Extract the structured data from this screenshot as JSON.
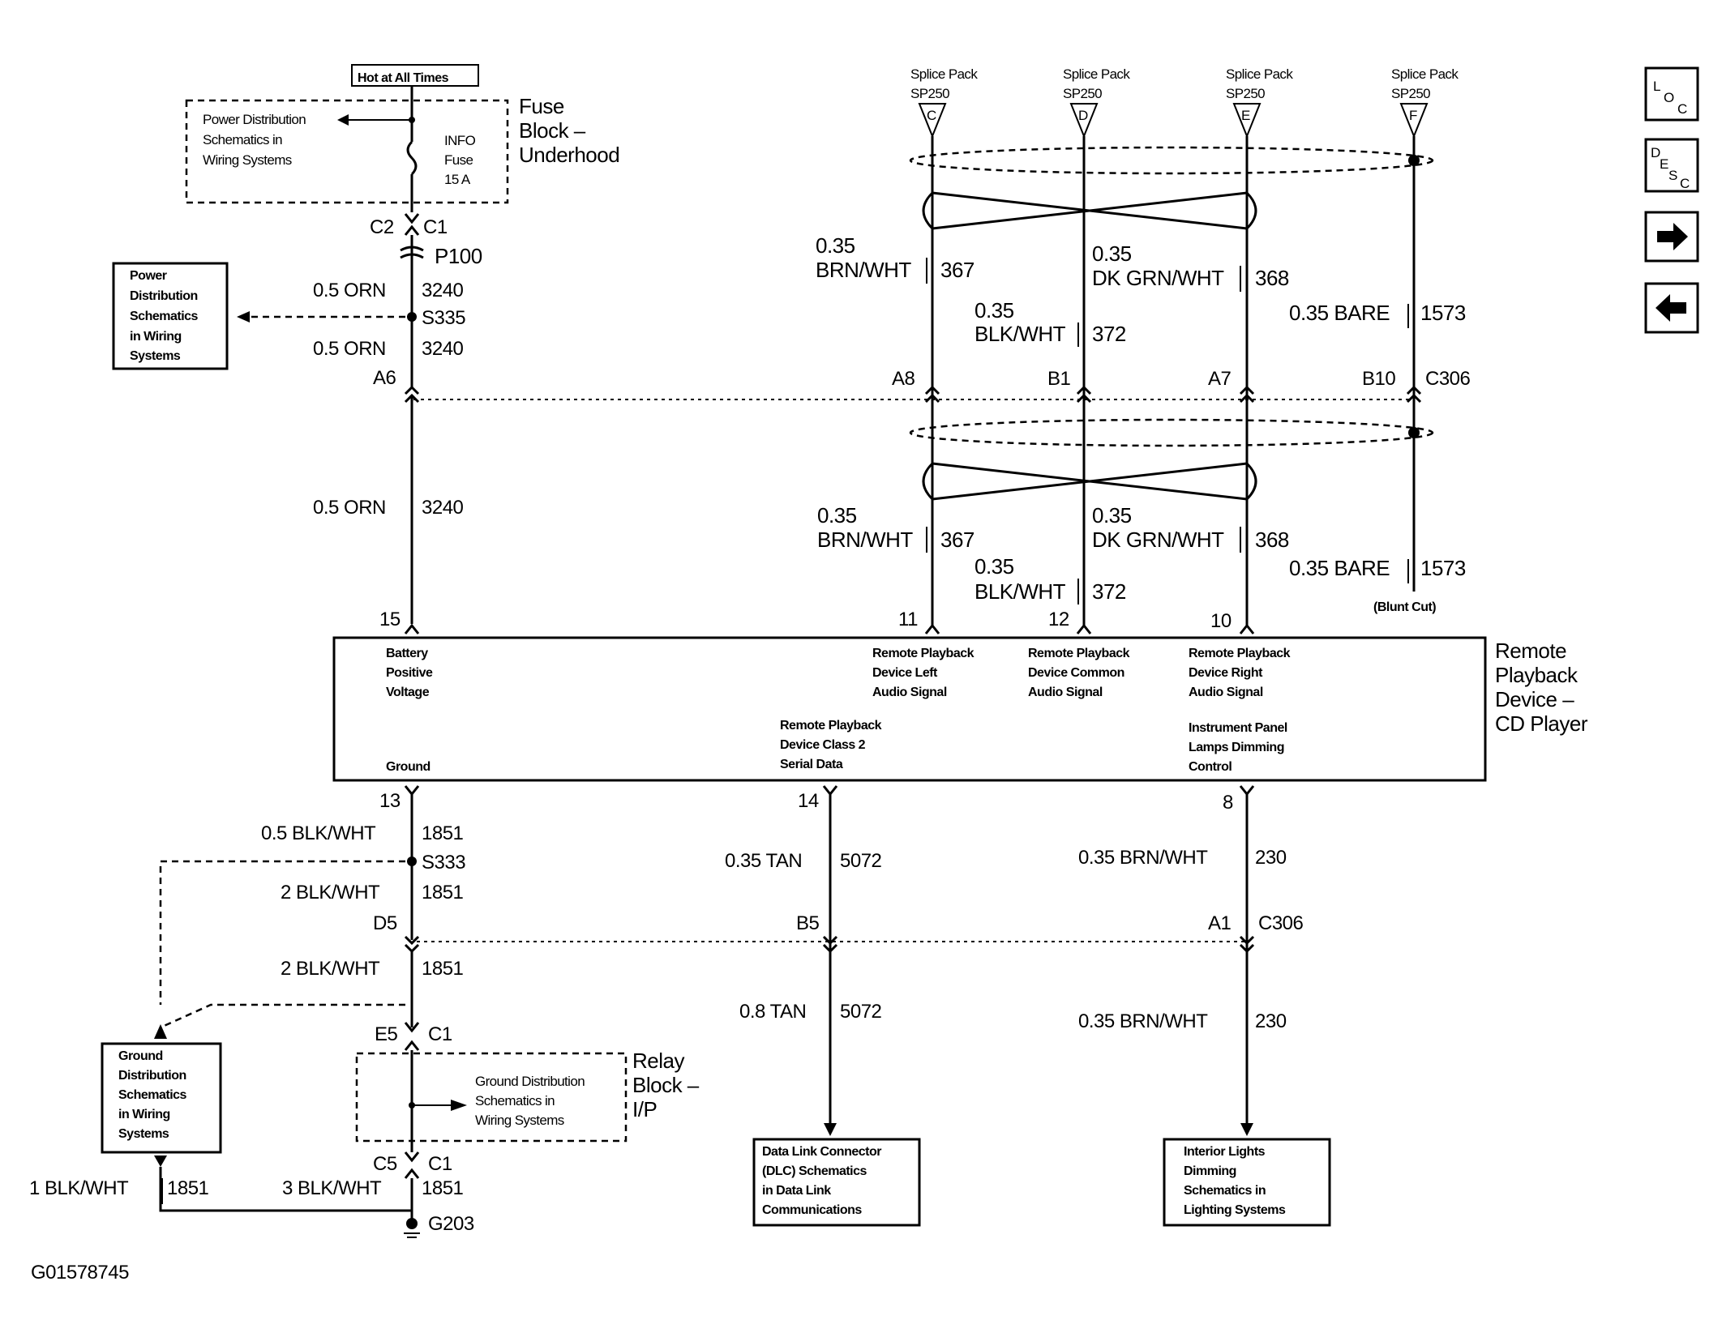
{
  "top_left": {
    "hot_at_all_times": "Hot at All Times",
    "fuse_block_line1": "Fuse",
    "fuse_block_line2": "Block –",
    "fuse_block_line3": "Underhood",
    "pd_ref_line1": "Power Distribution",
    "pd_ref_line2": "Schematics in",
    "pd_ref_line3": "Wiring Systems",
    "fuse_line1": "INFO",
    "fuse_line2": "Fuse",
    "fuse_line3": "15 A",
    "c2": "C2",
    "c1": "C1",
    "p100": "P100",
    "pd_box_line1": "Power",
    "pd_box_line2": "Distribution",
    "pd_box_line3": "Schematics",
    "pd_box_line4": "in Wiring",
    "pd_box_line5": "Systems",
    "w1_gauge": "0.5 ORN",
    "w1_circuit": "3240",
    "s335": "S335",
    "w2_gauge": "0.5 ORN",
    "w2_circuit": "3240",
    "a6": "A6",
    "w3_gauge": "0.5 ORN",
    "w3_circuit": "3240",
    "pin15": "15"
  },
  "splices": [
    {
      "line1": "Splice Pack",
      "line2": "SP250",
      "letter": "C"
    },
    {
      "line1": "Splice Pack",
      "line2": "SP250",
      "letter": "D"
    },
    {
      "line1": "Splice Pack",
      "line2": "SP250",
      "letter": "E"
    },
    {
      "line1": "Splice Pack",
      "line2": "SP250",
      "letter": "F"
    }
  ],
  "upper_wires": {
    "brn_gauge": "0.35",
    "brn_color": "BRN/WHT",
    "brn_circuit": "367",
    "dkgrn_gauge": "0.35",
    "dkgrn_color": "DK GRN/WHT",
    "dkgrn_circuit": "368",
    "blk_gauge": "0.35",
    "blk_color": "BLK/WHT",
    "blk_circuit": "372",
    "bare": "0.35 BARE",
    "bare_circuit": "1573"
  },
  "c306_top": {
    "a8": "A8",
    "b1": "B1",
    "a7": "A7",
    "b10": "B10",
    "label": "C306"
  },
  "lower_wires": {
    "brn_gauge": "0.35",
    "brn_color": "BRN/WHT",
    "brn_circuit": "367",
    "dkgrn_gauge": "0.35",
    "dkgrn_color": "DK GRN/WHT",
    "dkgrn_circuit": "368",
    "blk_gauge": "0.35",
    "blk_color": "BLK/WHT",
    "blk_circuit": "372",
    "bare": "0.35 BARE",
    "bare_circuit": "1573",
    "blunt_cut": "(Blunt Cut)"
  },
  "top_pins": {
    "p11": "11",
    "p12": "12",
    "p10": "10"
  },
  "device": {
    "name_line1": "Remote",
    "name_line2": "Playback",
    "name_line3": "Device –",
    "name_line4": "CD Player",
    "batt1": "Battery",
    "batt2": "Positive",
    "batt3": "Voltage",
    "left1": "Remote Playback",
    "left2": "Device Left",
    "left3": "Audio Signal",
    "common1": "Remote Playback",
    "common2": "Device Common",
    "common3": "Audio Signal",
    "right1": "Remote Playback",
    "right2": "Device Right",
    "right3": "Audio Signal",
    "serial1": "Remote Playback",
    "serial2": "Device Class 2",
    "serial3": "Serial Data",
    "ip1": "Instrument Panel",
    "ip2": "Lamps Dimming",
    "ip3": "Control",
    "ground": "Ground"
  },
  "bottom": {
    "pin13": "13",
    "pin14": "14",
    "pin8": "8",
    "g1_gauge": "0.5 BLK/WHT",
    "g1_circuit": "1851",
    "s333": "S333",
    "g2_gauge": "2 BLK/WHT",
    "g2_circuit": "1851",
    "d5": "D5",
    "b5": "B5",
    "a1": "A1",
    "c306": "C306",
    "g3_gauge": "2 BLK/WHT",
    "g3_circuit": "1851",
    "e5": "E5",
    "c1a": "C1",
    "relay1": "Relay",
    "relay2": "Block –",
    "relay3": "I/P",
    "gd_ref1": "Ground Distribution",
    "gd_ref2": "Schematics in",
    "gd_ref3": "Wiring Systems",
    "c5": "C5",
    "c1b": "C1",
    "g4_gauge": "3 BLK/WHT",
    "g4_circuit": "1851",
    "g5_gauge": "1 BLK/WHT",
    "g5_circuit": "1851",
    "g203": "G203",
    "gd_box1": "Ground",
    "gd_box2": "Distribution",
    "gd_box3": "Schematics",
    "gd_box4": "in Wiring",
    "gd_box5": "Systems",
    "tan1_gauge": "0.35 TAN",
    "tan1_circuit": "5072",
    "tan2_gauge": "0.8 TAN",
    "tan2_circuit": "5072",
    "brn1_gauge": "0.35 BRN/WHT",
    "brn1_circuit": "230",
    "brn2_gauge": "0.35 BRN/WHT",
    "brn2_circuit": "230",
    "dlc1": "Data Link Connector",
    "dlc2": "(DLC) Schematics",
    "dlc3": "in Data Link",
    "dlc4": "Communications",
    "il1": "Interior Lights",
    "il2": "Dimming",
    "il3": "Schematics in",
    "il4": "Lighting Systems"
  },
  "footer": {
    "code": "G01578745"
  },
  "nav": {
    "loc_l": "L",
    "loc_o": "O",
    "loc_c": "C",
    "desc_d": "D",
    "desc_e": "E",
    "desc_s": "S",
    "desc_c": "C",
    "next_icon": "arrow-right-icon",
    "prev_icon": "arrow-left-icon"
  }
}
